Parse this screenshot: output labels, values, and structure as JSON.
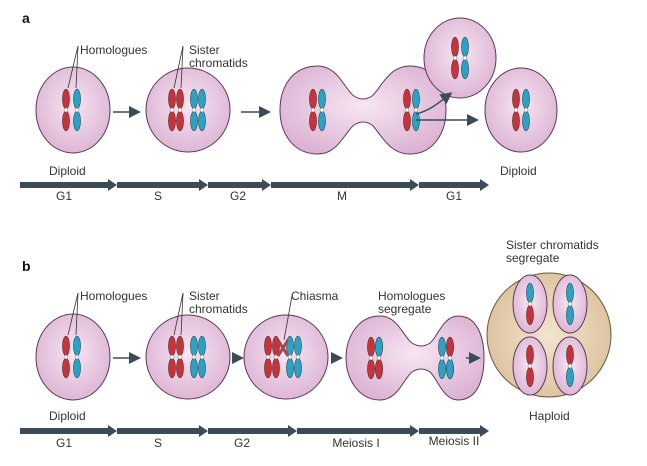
{
  "panel_a": {
    "letter": "a",
    "labels": {
      "homologues": "Homologues",
      "sister_chromatids_1": "Sister",
      "sister_chromatids_2": "chromatids",
      "diploid_left": "Diploid",
      "diploid_right": "Diploid"
    },
    "stages": [
      "G1",
      "S",
      "G2",
      "M",
      "G1"
    ]
  },
  "panel_b": {
    "letter": "b",
    "labels": {
      "homologues": "Homologues",
      "sister_chromatids_1": "Sister",
      "sister_chromatids_2": "chromatids",
      "chiasma": "Chiasma",
      "homologues_segregate_1": "Homologues",
      "homologues_segregate_2": "segregate",
      "sister_segregate_1": "Sister chromatids",
      "sister_segregate_2": "segregate",
      "diploid": "Diploid",
      "haploid": "Haploid"
    },
    "stages": [
      "G1",
      "S",
      "G2",
      "Meiosis I",
      "Meiosis II"
    ]
  },
  "colors": {
    "cell_fill": "#e9c6e0",
    "cell_stroke": "#5a3a55",
    "outer_cell_fill": "#e9d4b6",
    "maternal": "#c8333b",
    "paternal": "#2aa2c4",
    "arrow": "#3b4b57"
  }
}
